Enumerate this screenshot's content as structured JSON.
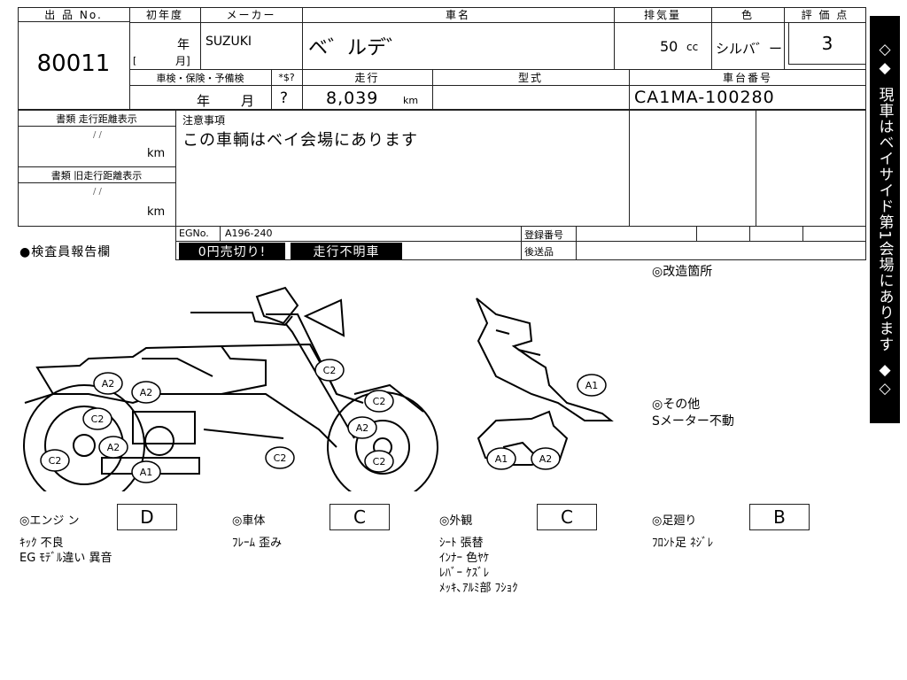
{
  "header": {
    "lot_label": "出 品 No.",
    "lot_no": "80011",
    "first_reg_label": "初年度",
    "year_label": "年",
    "month_label": "月]",
    "bracket": "[",
    "maker_label": "メーカー",
    "maker": "SUZUKI",
    "car_name_label": "車名",
    "car_name": "ベ゛ルデ゛",
    "displacement_label": "排気量",
    "displacement": "50",
    "displacement_unit": "cc",
    "color_label": "色",
    "color": "シルバ゛ー",
    "grade_label": "評 価 点",
    "grade": "3"
  },
  "row2": {
    "inspection_label": "車検・保険・予備検",
    "inspection_year": "年",
    "inspection_month": "月",
    "s_label": "*$?",
    "s_value": "?",
    "mileage_label": "走行",
    "mileage": "8,039",
    "mileage_unit": "km",
    "model_label": "型式",
    "chassis_label": "車台番号",
    "chassis": "CA1MA-100280"
  },
  "docs": {
    "doc1_label": "書類 走行距離表示",
    "doc1_slash": "/ /",
    "doc1_unit": "km",
    "doc2_label": "書類 旧走行距離表示",
    "doc2_slash": "/ /",
    "doc2_unit": "km"
  },
  "notes": {
    "label": "注意事項",
    "text": "この車輌はベイ会場にあります"
  },
  "eg": {
    "label": "EGNo.",
    "value": "A196-240",
    "reg_label": "登録番号",
    "send_label": "後送品"
  },
  "report": {
    "label": "●検査員報告欄",
    "badge1": "0円売切り!",
    "badge2": "走行不明車"
  },
  "side_banner": {
    "top": "◇◆",
    "text": "現車はベイサイド第1会場にあります",
    "bottom": "◆◇"
  },
  "remarks": {
    "modified_label": "◎改造箇所",
    "other_label": "◎その他",
    "other_text": "Sメーター不動"
  },
  "diagram_marks": [
    "A2",
    "A2",
    "C2",
    "A2",
    "C2",
    "A1",
    "C2",
    "C2",
    "A2",
    "C2",
    "C2",
    "A1",
    "A1",
    "A2"
  ],
  "sections": [
    {
      "label": "◎エンジ ン",
      "grade": "D",
      "lines": [
        "ｷｯｸ 不良",
        "EG ﾓﾃﾞﾙ違い 異音"
      ]
    },
    {
      "label": "◎車体",
      "grade": "C",
      "lines": [
        "ﾌﾚｰﾑ 歪み"
      ]
    },
    {
      "label": "◎外観",
      "grade": "C",
      "lines": [
        "ｼｰﾄ 張替",
        "ｲﾝﾅｰ 色ﾔｹ",
        "ﾚﾊﾞｰ ｹｽﾞﾚ",
        "ﾒｯｷ､ｱﾙﾐ部 ﾌｼｮｸ"
      ]
    },
    {
      "label": "◎足廻り",
      "grade": "B",
      "lines": [
        "ﾌﾛﾝﾄ足 ﾈｼﾞﾚ"
      ]
    }
  ]
}
